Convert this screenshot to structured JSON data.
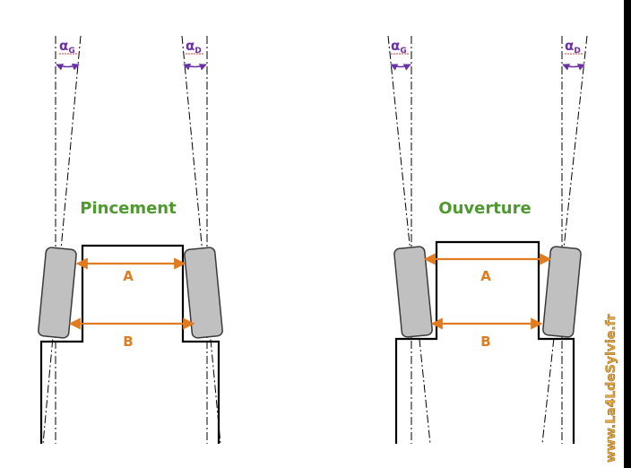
{
  "colors": {
    "line": "#000000",
    "wheel_fill": "#c0c0c0",
    "wheel_stroke": "#3a3a3a",
    "dimension": "#e07b20",
    "title": "#4f9a2e",
    "angle": "#6b2fa6",
    "watermark": "#e3a83b"
  },
  "left": {
    "title": "Pincement",
    "dim_a": "A",
    "dim_b": "B",
    "alpha_left": "α",
    "alpha_left_sub": "G",
    "alpha_right": "α",
    "alpha_right_sub": "D"
  },
  "right": {
    "title": "Ouverture",
    "dim_a": "A",
    "dim_b": "B",
    "alpha_left": "α",
    "alpha_left_sub": "G",
    "alpha_right": "α",
    "alpha_right_sub": "D"
  },
  "watermark": "www.La4LdeSylvie.fr"
}
